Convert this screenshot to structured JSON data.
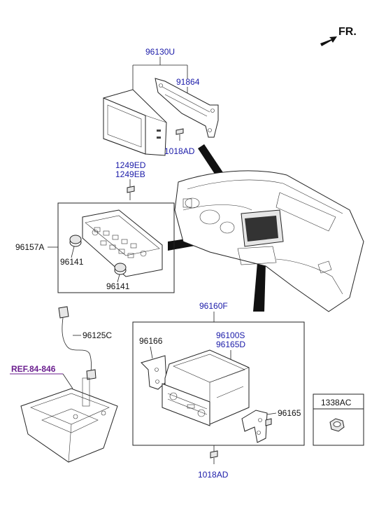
{
  "direction": {
    "label": "FR."
  },
  "parts": {
    "p96130U": "96130U",
    "p91864": "91864",
    "p1018AD_top": "1018AD",
    "p1249ED": "1249ED",
    "p1249EB": "1249EB",
    "p96157A": "96157A",
    "p96141_a": "96141",
    "p96141_b": "96141",
    "p96160F": "96160F",
    "p96125C": "96125C",
    "ref": "REF.84-846",
    "p96166": "96166",
    "p96100S": "96100S",
    "p96165D": "96165D",
    "p96165": "96165",
    "p1018AD_bottom": "1018AD",
    "p1338AC": "1338AC"
  },
  "colors": {
    "part_label": "#1a1aa8",
    "ref_label": "#6b1f8f",
    "line": "#222222"
  }
}
